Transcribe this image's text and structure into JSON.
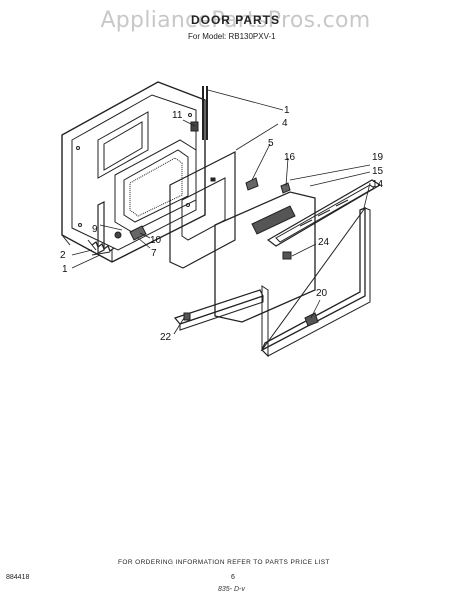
{
  "watermark": "AppliancePartsPros.com",
  "header": {
    "title": "DOOR PARTS",
    "model_line": "For Model: RB130PXV-1"
  },
  "callouts": [
    "1",
    "11",
    "4",
    "5",
    "16",
    "19",
    "15",
    "14",
    "9",
    "10",
    "2",
    "1",
    "7",
    "24",
    "20",
    "22"
  ],
  "footer": {
    "ordering_note": "FOR ORDERING INFORMATION REFER TO PARTS PRICE LIST",
    "doc_code": "884418",
    "page_number": "6",
    "handwritten_note": "835- D-v"
  }
}
